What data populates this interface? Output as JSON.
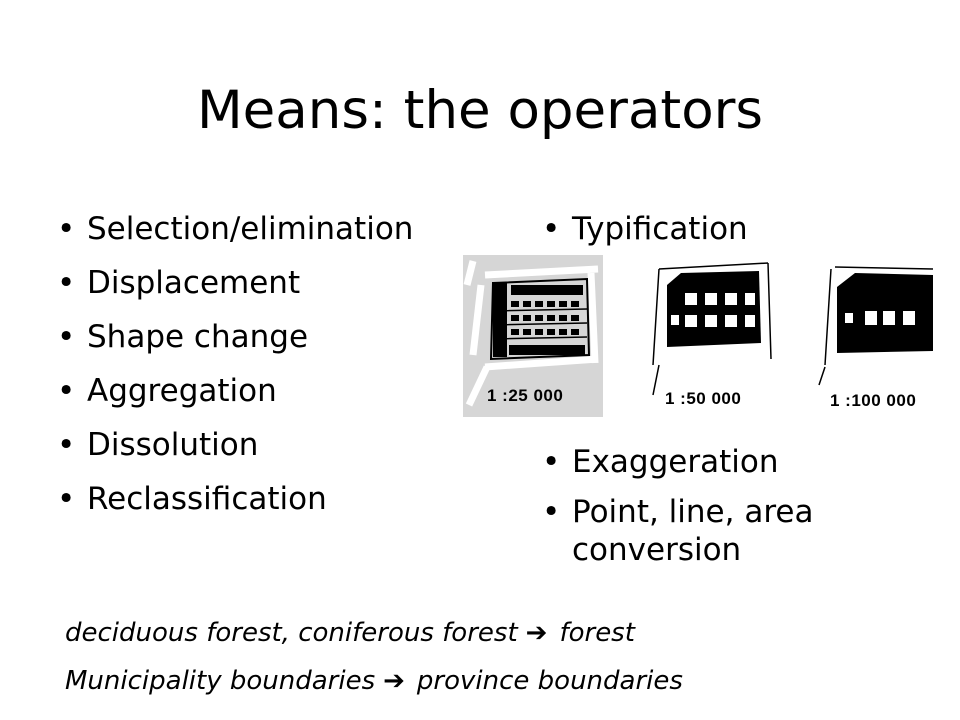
{
  "slide": {
    "title": "Means: the operators",
    "left_items": [
      "Selection/elimination",
      "Displacement",
      "Shape change",
      "Aggregation",
      "Dissolution",
      "Reclassification"
    ],
    "typification": "Typification",
    "right_items": [
      "Exaggeration",
      "Point, line, area conversion"
    ],
    "figure": {
      "scales": [
        "1 :25 000",
        "1 :50 000",
        "1 :100 000"
      ]
    },
    "examples": [
      {
        "from": "deciduous forest, coniferous forest",
        "arrow": "➔",
        "to": "forest"
      },
      {
        "from": "Municipality boundaries",
        "arrow": "➔",
        "to": "province boundaries"
      }
    ]
  }
}
